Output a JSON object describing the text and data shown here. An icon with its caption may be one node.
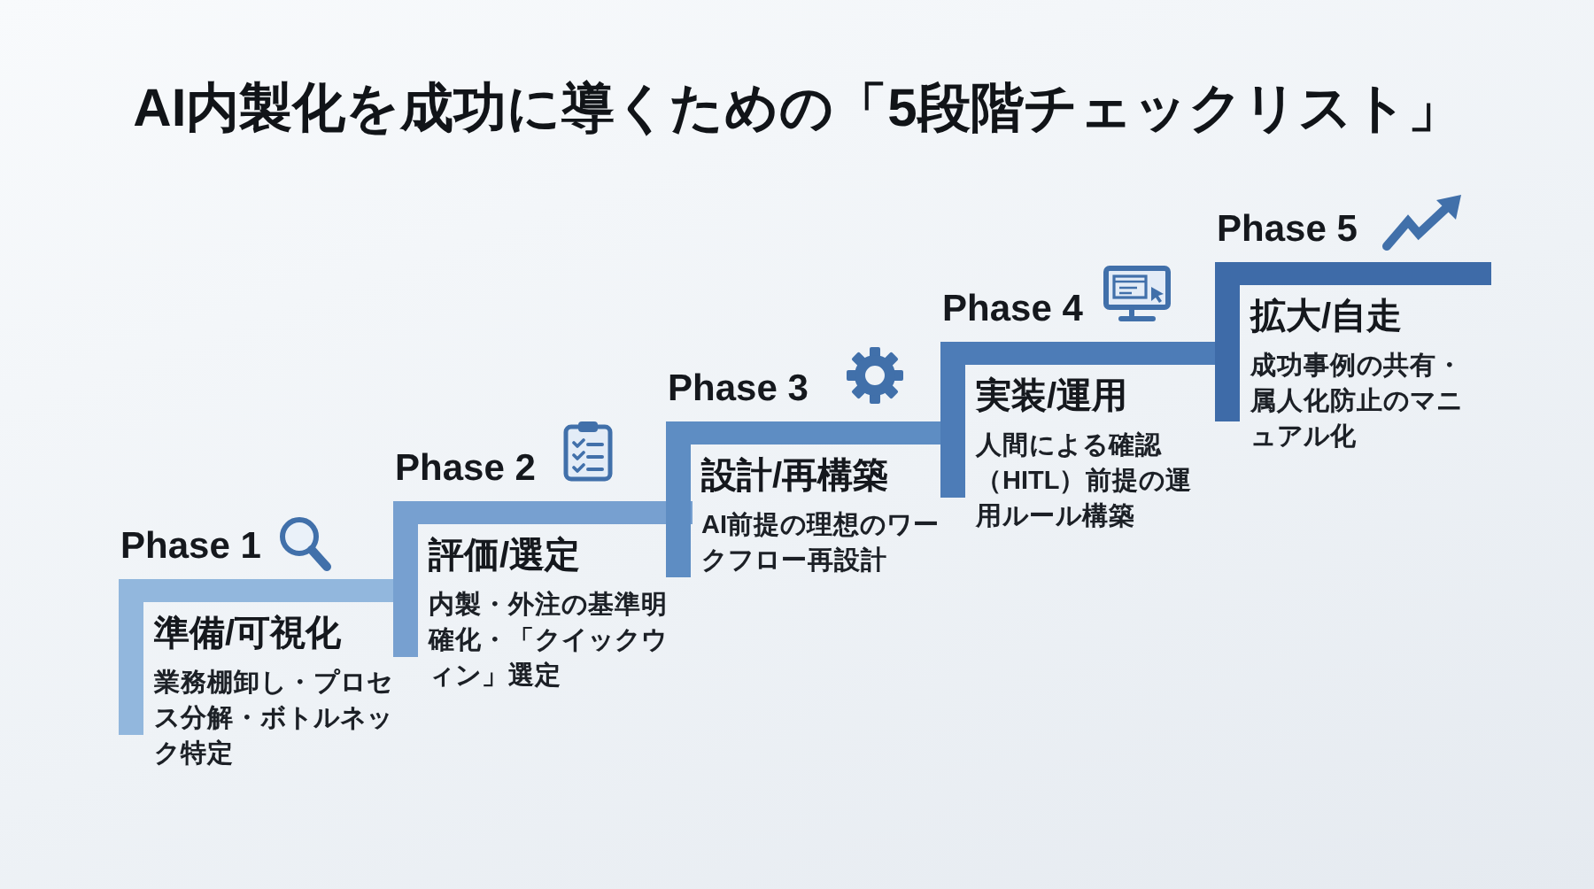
{
  "diagram": {
    "title": "AI内製化を成功に導くための「5段階チェックリスト」",
    "nodes": [
      {
        "text": [
          "Phase 1",
          "準備/可視化",
          "業務棚卸し・プロセス分解・ボトルネック特定"
        ]
      },
      {
        "text": [
          "Phase 2",
          "評価/選定",
          "内製・外注の基準明確化・「クイックウィン」選定"
        ]
      },
      {
        "text": [
          "Phase 3",
          "設計/再構築",
          "AI前提の理想のワークフロー再設計"
        ]
      },
      {
        "text": [
          "Phase 4",
          "実装/運用",
          "人間による確認（HITL）前提の運用ルール構築"
        ]
      },
      {
        "text": [
          "Phase 5",
          "拡大/自走",
          "成功事例の共有・属人化防止のマニュアル化"
        ]
      }
    ]
  }
}
